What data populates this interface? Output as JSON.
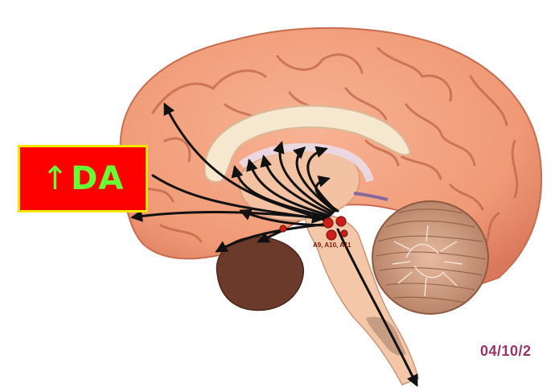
{
  "labels": {
    "da_arrow": "↑",
    "da_text": "DA",
    "nuclei": "A9, A10, A11",
    "date": "04/10/2"
  },
  "colors": {
    "da_box_fill": "#ff0000",
    "da_box_border": "#f5e600",
    "da_text": "#66ff33",
    "date_text": "#993366",
    "nuclei_text": "#7a1a10",
    "nucleus_fill": "#cc1f1a",
    "pathway_arrows": "#111111",
    "cortex": "#f2a07e",
    "cortex_shadow": "#d97a5a",
    "corpus_callosum": "#f6e7cf",
    "cerebellum": "#cf9b80",
    "brainstem": "#f3c7a8",
    "thalamus_dark": "#6b3a2a"
  },
  "icons": {
    "pathway": "curved-arrow-icon",
    "nucleus": "dot-icon"
  }
}
